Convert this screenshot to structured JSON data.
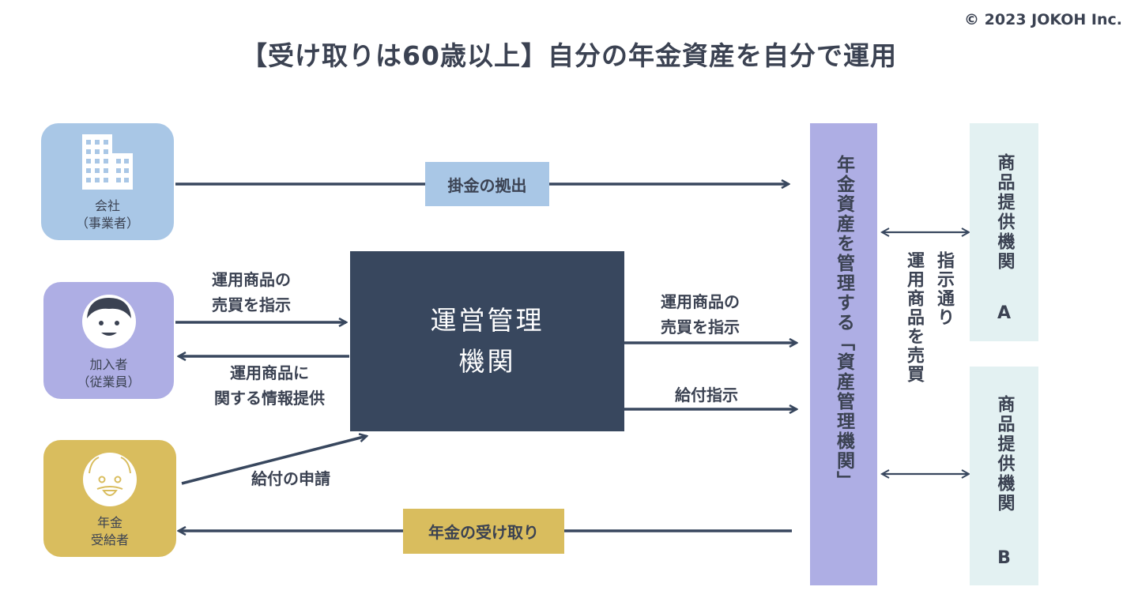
{
  "copyright": "© 2023 JOKOH Inc.",
  "title": "【受け取りは60歳以上】自分の年金資産を自分で運用",
  "actors": {
    "company": {
      "line1": "会社",
      "line2": "（事業者）"
    },
    "member": {
      "line1": "加入者",
      "line2": "（従業員）"
    },
    "pensioner": {
      "line1": "年金",
      "line2": "受給者"
    }
  },
  "center": {
    "line1": "運営管理",
    "line2": "機関"
  },
  "asset_manager": "年金資産を管理する「資産管理機関」",
  "providers": {
    "a": {
      "name": "商品提供機関",
      "letter": "A"
    },
    "b": {
      "name": "商品提供機関",
      "letter": "B"
    }
  },
  "flows": {
    "contribution": "掛金の拠出",
    "member_to_center": {
      "line1": "運用商品の",
      "line2": "売買を指示"
    },
    "center_to_member": {
      "line1": "運用商品に",
      "line2": "関する情報提供"
    },
    "center_to_asset": {
      "line1": "運用商品の",
      "line2": "売買を指示"
    },
    "benefit_instruction": "給付指示",
    "benefit_request": "給付の申請",
    "pension_receipt": "年金の受け取り",
    "trade_col1": "指示通り",
    "trade_col2": "運用商品を売買"
  },
  "colors": {
    "company": "#a9c7e6",
    "member": "#aeaee4",
    "pensioner": "#d9bd5e",
    "center": "#38475e",
    "provider": "#e3f1f2",
    "arrow": "#38475e"
  },
  "icons": {
    "company": "building-icon",
    "member": "person-icon",
    "pensioner": "elder-icon"
  }
}
